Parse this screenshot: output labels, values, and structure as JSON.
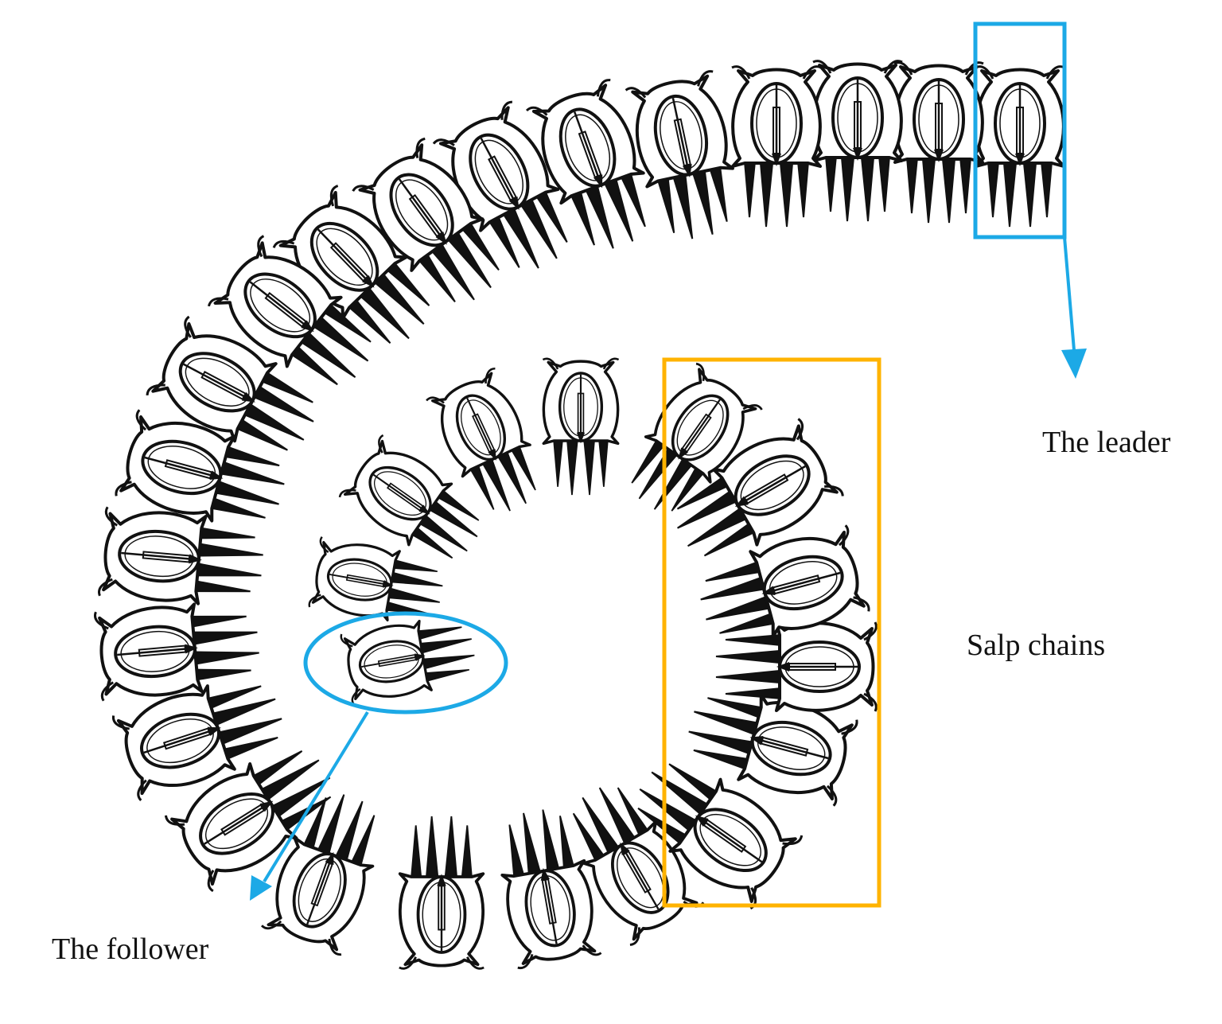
{
  "labels": {
    "leader": "The leader",
    "follower": "The follower",
    "chains": "Salp chains"
  },
  "colors": {
    "highlight_blue": "#1CA9E6",
    "highlight_orange": "#FFB300",
    "ink": "#111111"
  },
  "icons": [
    "salp-icon"
  ]
}
